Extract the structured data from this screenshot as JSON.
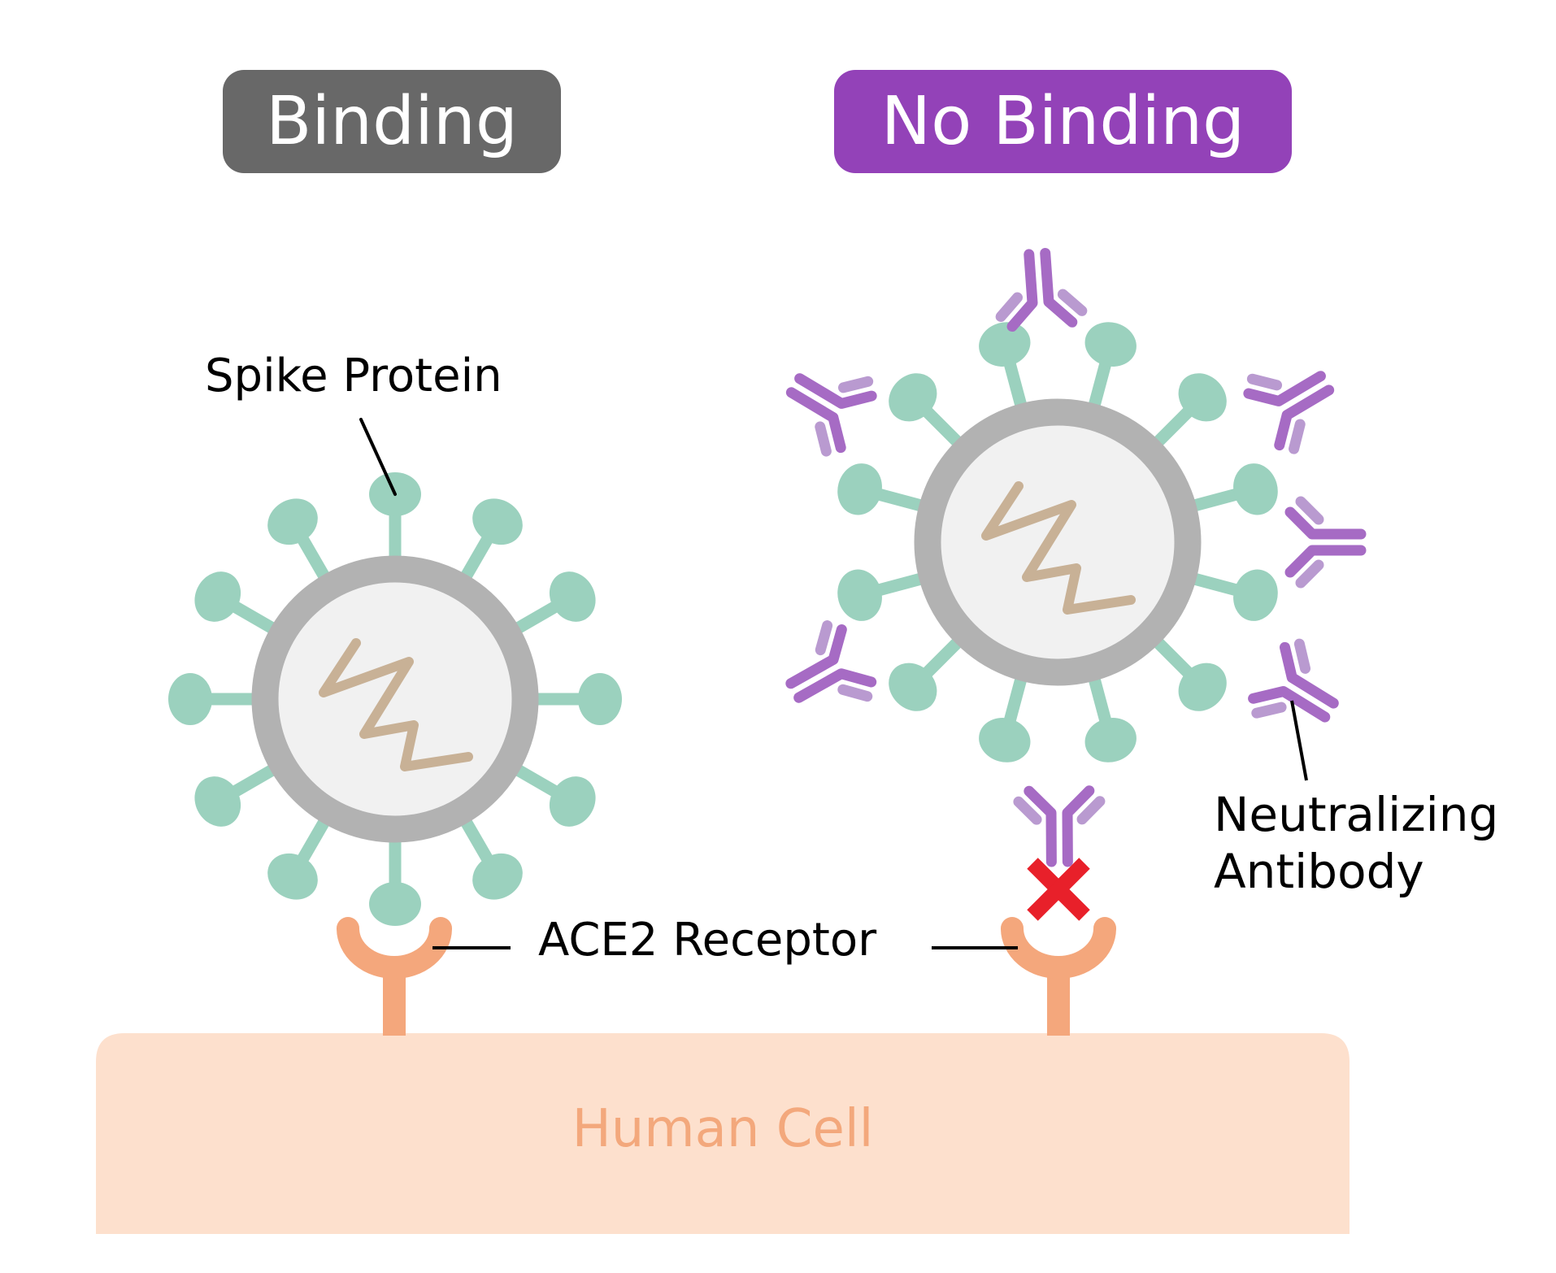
{
  "title_binding": "Binding",
  "title_no_binding": "No Binding",
  "labels": {
    "spike_protein": "Spike Protein",
    "ace2_receptor": "ACE2 Receptor",
    "neutralizing_antibody_line1": "Neutralizing",
    "neutralizing_antibody_line2": "Antibody",
    "human_cell": "Human Cell"
  },
  "colors": {
    "binding_pill": "#686868",
    "no_binding_pill": "#9342b8",
    "spike": "#9bd1be",
    "virus_ring": "#b2b2b2",
    "virus_core": "#f1f1f1",
    "rna": "#c8b196",
    "receptor": "#f4a77c",
    "cell": "#fde0cd",
    "cell_text": "#f3a87c",
    "antibody_heavy": "#a66bc4",
    "antibody_light": "#b99ad0",
    "no_binding_mark": "#e8202a"
  },
  "icons": {
    "virus_binding": "virus-icon",
    "virus_neutralized": "virus-icon",
    "receptor": "ace2-receptor-icon",
    "antibody": "antibody-icon",
    "blocked": "x-mark-icon"
  },
  "scenarios": [
    {
      "name": "binding",
      "spike_count": 12,
      "antibody_count": 0,
      "binds_receptor": true
    },
    {
      "name": "no-binding",
      "spike_count": 12,
      "antibody_count": 7,
      "binds_receptor": false
    }
  ]
}
